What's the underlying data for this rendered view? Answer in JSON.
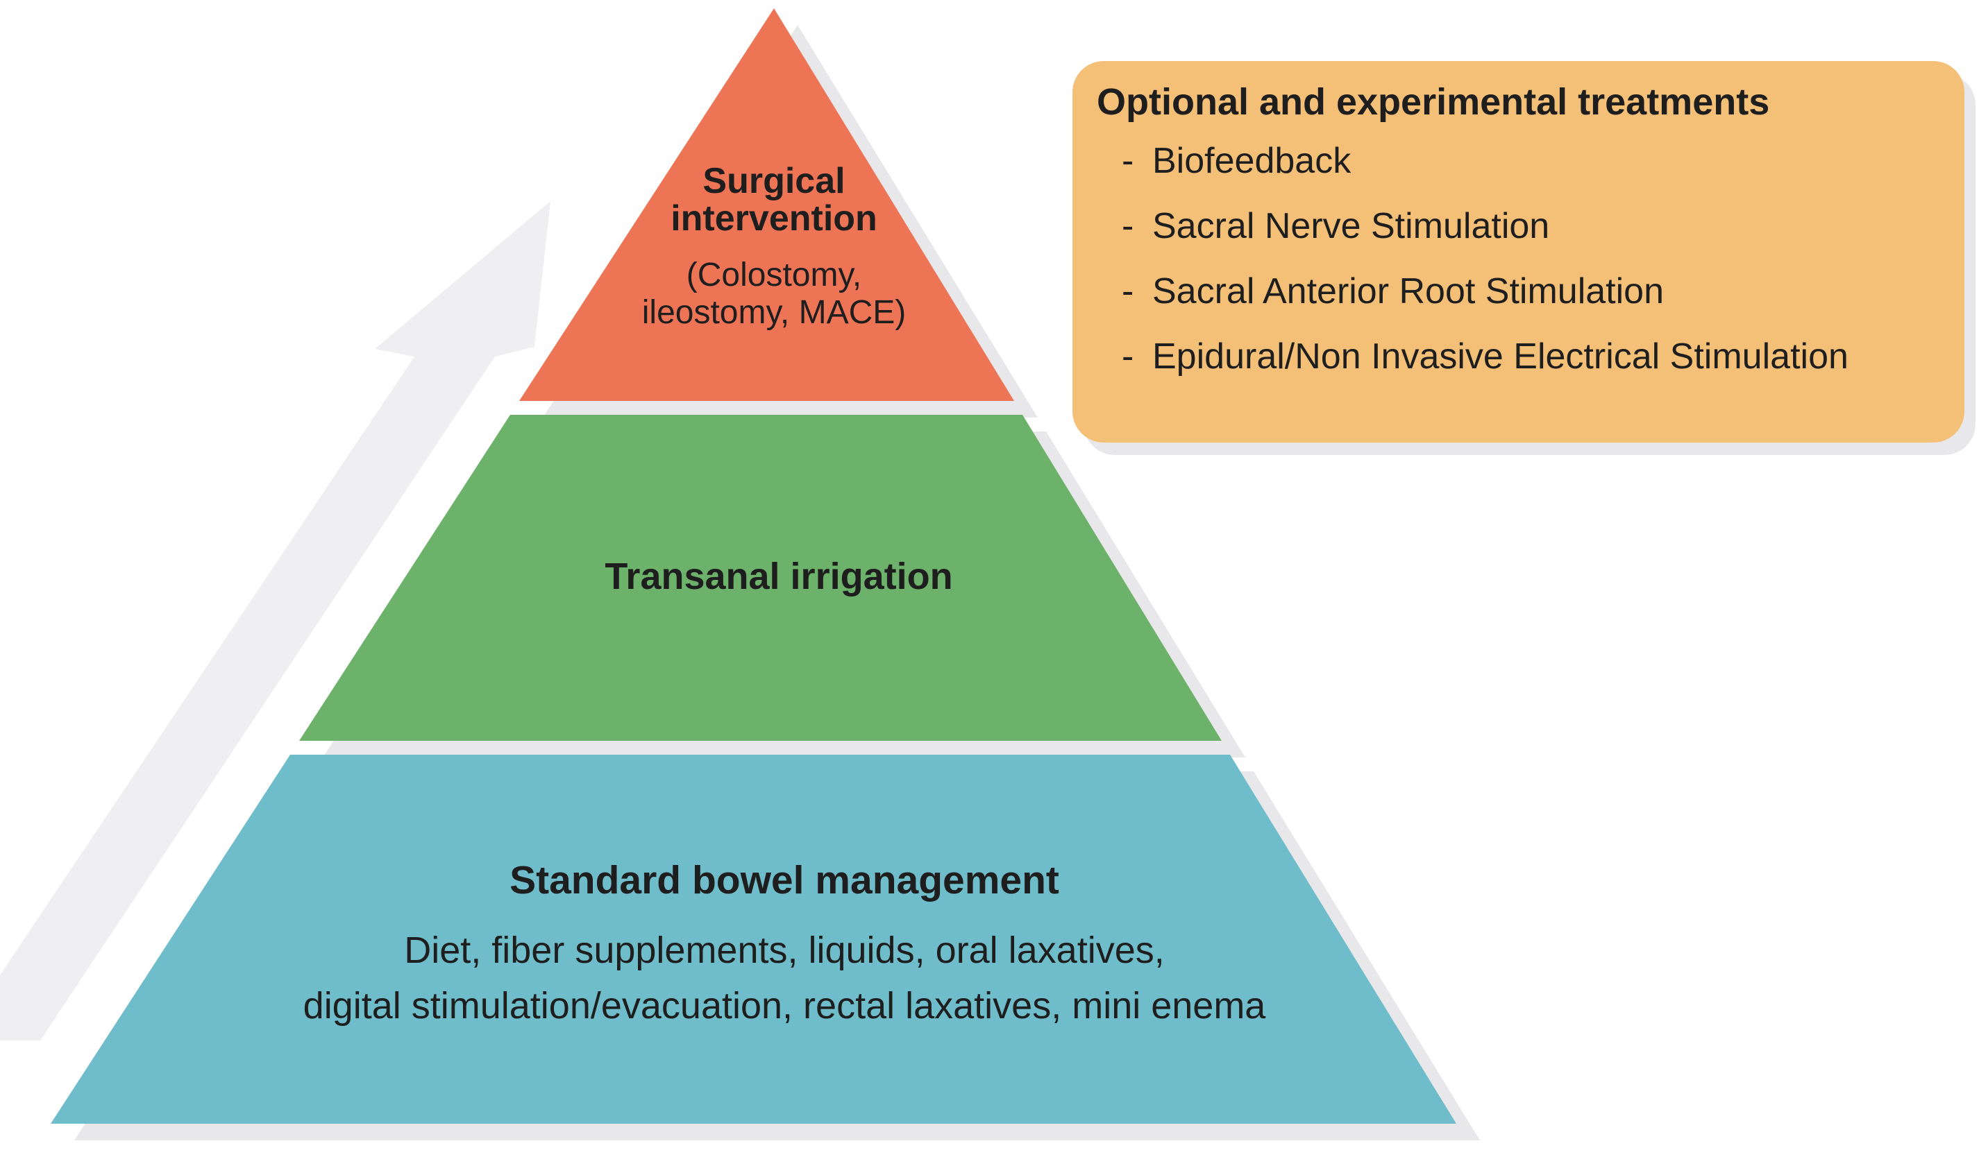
{
  "figure": {
    "type": "treatment-pyramid-diagram"
  },
  "pyramid": {
    "tiers": [
      {
        "name": "surgical-intervention",
        "title": "Surgical intervention",
        "title_lines": [
          "Surgical",
          "intervention"
        ],
        "subtitle": "(Colostomy, ileostomy, MACE)",
        "subtitle_lines": [
          "(Colostomy,",
          "ileostomy, MACE)"
        ],
        "color": "#EE7456"
      },
      {
        "name": "transanal-irrigation",
        "title": "Transanal irrigation",
        "color": "#6CB26A"
      },
      {
        "name": "standard-bowel-management",
        "title": "Standard bowel management",
        "subtitle": "Diet, fiber supplements, liquids, oral laxatives, digital stimulation/evacuation, rectal laxatives, mini enema",
        "subtitle_lines": [
          "Diet, fiber supplements, liquids, oral laxatives,",
          "digital stimulation/evacuation, rectal laxatives, mini enema"
        ],
        "color": "#6FBDCB"
      }
    ]
  },
  "callout": {
    "title": "Optional and experimental treatments",
    "bullet": "-",
    "items": [
      "Biofeedback",
      "Sacral Nerve Stimulation",
      "Sacral Anterior Root Stimulation",
      "Epidural/Non Invasive Electrical Stimulation"
    ],
    "bg": "#F4BF77"
  },
  "colors": {
    "shadow": "#E8E8EA",
    "arrow": "#EFEFF1",
    "text": "#1E1E1E",
    "background": "#FFFFFF"
  }
}
